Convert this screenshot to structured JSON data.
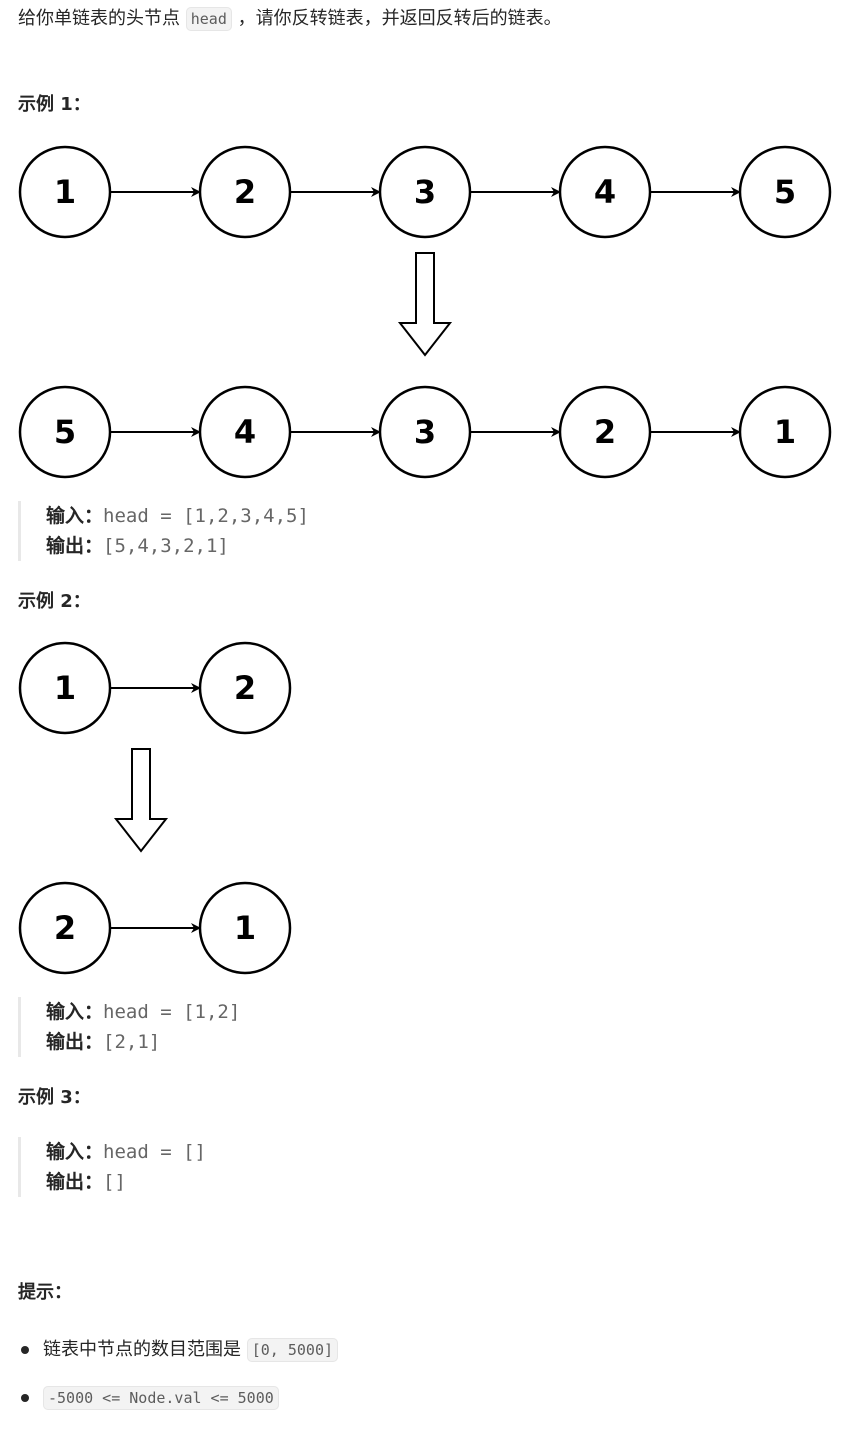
{
  "problem": {
    "intro_before": "给你单链表的头节点 ",
    "intro_code": "head",
    "intro_after": " ，请你反转链表，并返回反转后的链表。"
  },
  "examples": [
    {
      "title": "示例 1：",
      "before_nodes": [
        "1",
        "2",
        "3",
        "4",
        "5"
      ],
      "after_nodes": [
        "5",
        "4",
        "3",
        "2",
        "1"
      ],
      "input_label": "输入：",
      "input_value": "head = [1,2,3,4,5]",
      "output_label": "输出：",
      "output_value": "[5,4,3,2,1]"
    },
    {
      "title": "示例 2：",
      "before_nodes": [
        "1",
        "2"
      ],
      "after_nodes": [
        "2",
        "1"
      ],
      "input_label": "输入：",
      "input_value": "head = [1,2]",
      "output_label": "输出：",
      "output_value": "[2,1]"
    },
    {
      "title": "示例 3：",
      "input_label": "输入：",
      "input_value": "head = []",
      "output_label": "输出：",
      "output_value": "[]"
    }
  ],
  "hints": {
    "title": "提示：",
    "items": [
      {
        "text": "链表中节点的数目范围是 ",
        "code": "[0, 5000]"
      },
      {
        "text": "",
        "code": "-5000 <= Node.val <= 5000"
      }
    ]
  }
}
